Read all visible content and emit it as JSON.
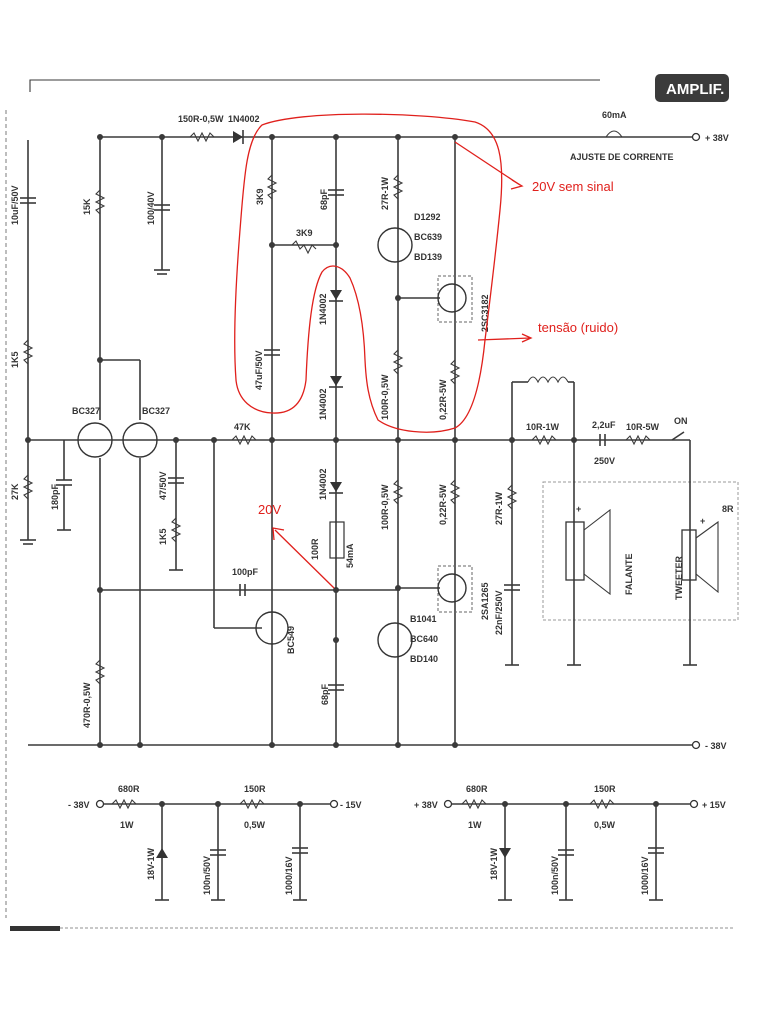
{
  "badge": "AMPLIF.",
  "notes": {
    "no_signal": "20V sem sinal",
    "noise": "tensão (ruido)",
    "twenty": "20V"
  },
  "rails": {
    "pos": "+ 38V",
    "neg": "- 38V"
  },
  "current": {
    "value": "60mA",
    "label": "AJUSTE DE CORRENTE"
  },
  "components": {
    "c_in": "10uF/50V",
    "r_15k": "15K",
    "r_1k5_left": "1K5",
    "r_27k": "27K",
    "c_180pf": "180pF",
    "q1": "BC327",
    "q2": "BC327",
    "r_150r": "150R-0,5W",
    "d_top": "1N4002",
    "c_100u": "100/40V",
    "r_3k9a": "3K9",
    "r_3k9b": "3K9",
    "c_68pf_top": "68pF",
    "c_47u_top": "47uF/50V",
    "d_mid1": "1N4002",
    "d_mid2": "1N4002",
    "d_mid3": "1N4002",
    "r_27r": "27R-1W",
    "q_drv_top": [
      "D1292",
      "BC639",
      "BD139"
    ],
    "q_out_top": "2SC3182",
    "r_100r_top": "100R-0,5W",
    "r_022_top": "0,22R-5W",
    "r_47k": "47K",
    "c_47u_mid": "47/50V",
    "r_1k5_mid": "1K5",
    "pot": "100R",
    "i_bias": "54mA",
    "c_100pf": "100pF",
    "q_bc549": "BC549",
    "r_100r_bot": "100R-0,5W",
    "r_022_bot": "0,22R-5W",
    "q_out_bot": "2SA1265",
    "q_drv_bot": [
      "B1041",
      "BC640",
      "BD140"
    ],
    "c_68pf_bot": "68pF",
    "r_470r": "470R-0,5W",
    "r_27r_zob": "27R-1W",
    "c_22n": "22nF/250V",
    "r_10r": "10R-1W",
    "c_2u2": "2,2uF",
    "c_2u2_v": "250V",
    "r_10r5w": "10R-5W",
    "sw_on": "ON",
    "spk": "FALANTE",
    "tweeter": "TWEETER",
    "imp": "8R",
    "plus": "+"
  },
  "supply_left": {
    "in": "- 38V",
    "r1": "680R",
    "r1w": "1W",
    "r2": "150R",
    "r2w": "0,5W",
    "zener": "18V-1W",
    "c1": "100n/50V",
    "c2": "1000/16V",
    "out": "- 15V"
  },
  "supply_right": {
    "in": "+ 38V",
    "r1": "680R",
    "r1w": "1W",
    "r2": "150R",
    "r2w": "0,5W",
    "zener": "18V-1W",
    "c1": "100n/50V",
    "c2": "1000/16V",
    "out": "+ 15V"
  }
}
